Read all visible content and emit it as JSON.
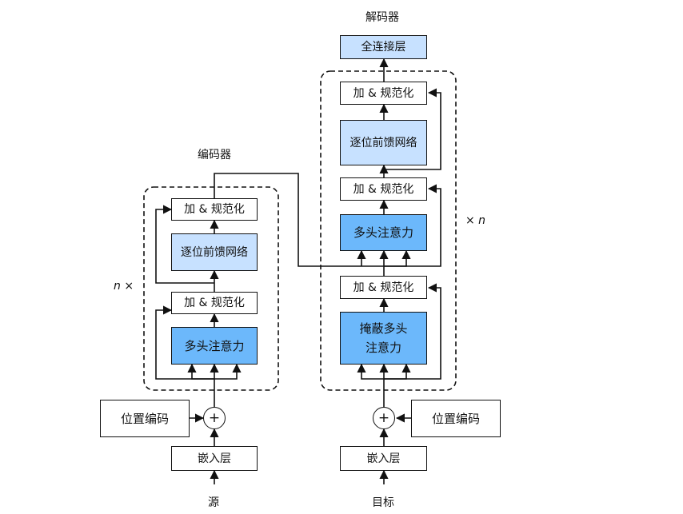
{
  "encoder": {
    "title": "编码器",
    "add_norm_top": "加 & 规范化",
    "ffn": "逐位前馈网络",
    "add_norm_bottom": "加 & 规范化",
    "mha": "多头注意力",
    "repeat": "n ×",
    "positional_encoding": "位置编码",
    "embedding": "嵌入层",
    "input": "源",
    "plus": "+"
  },
  "decoder": {
    "title": "解码器",
    "dense": "全连接层",
    "add_norm_3": "加 & 规范化",
    "ffn": "逐位前馈网络",
    "add_norm_2": "加 & 规范化",
    "mha": "多头注意力",
    "add_norm_1": "加 & 规范化",
    "masked_mha": "掩蔽多头\n注意力",
    "repeat": "× n",
    "positional_encoding": "位置编码",
    "embedding": "嵌入层",
    "input": "目标",
    "plus": "+"
  },
  "colors": {
    "light_blue": "#c7e1ff",
    "dark_blue": "#6cb8fb",
    "stroke": "#111111"
  }
}
